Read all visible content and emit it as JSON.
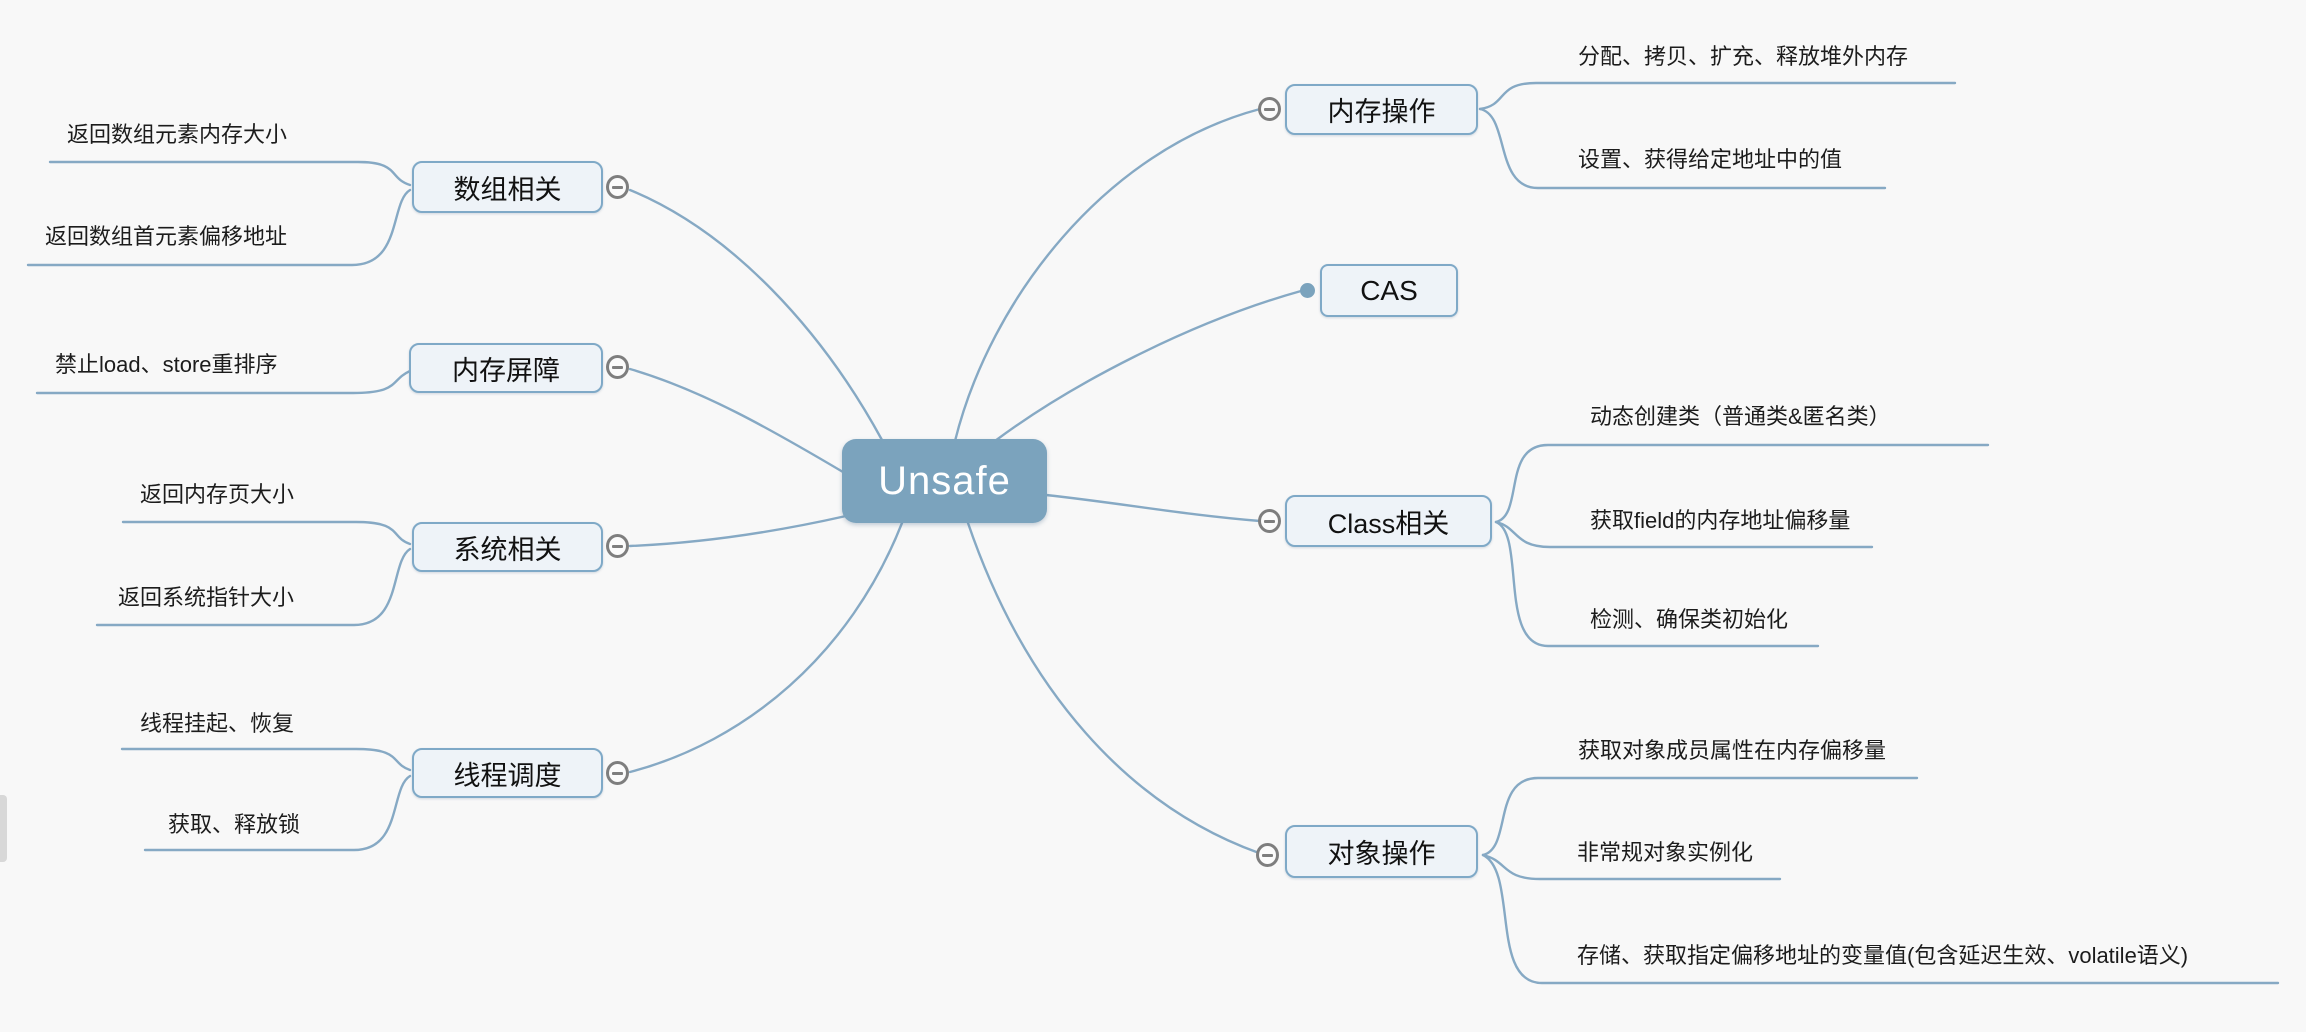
{
  "root": {
    "label": "Unsafe"
  },
  "left_branches": [
    {
      "label": "数组相关",
      "children": [
        "返回数组元素内存大小",
        "返回数组首元素偏移地址"
      ]
    },
    {
      "label": "内存屏障",
      "children": [
        "禁止load、store重排序"
      ]
    },
    {
      "label": "系统相关",
      "children": [
        "返回内存页大小",
        "返回系统指针大小"
      ]
    },
    {
      "label": "线程调度",
      "children": [
        "线程挂起、恢复",
        "获取、释放锁"
      ]
    }
  ],
  "right_branches": [
    {
      "label": "内存操作",
      "children": [
        "分配、拷贝、扩充、释放堆外内存",
        "设置、获得给定地址中的值"
      ]
    },
    {
      "label": "CAS",
      "children": []
    },
    {
      "label": "Class相关",
      "children": [
        "动态创建类（普通类&匿名类）",
        "获取field的内存地址偏移量",
        "检测、确保类初始化"
      ]
    },
    {
      "label": "对象操作",
      "children": [
        "获取对象成员属性在内存偏移量",
        "非常规对象实例化",
        "存储、获取指定偏移地址的变量值(包含延迟生效、volatile语义)"
      ]
    }
  ],
  "icons": {
    "collapse_toggle": "minus-in-circle",
    "leaf_anchor": "filled-dot"
  },
  "colors": {
    "canvas_bg": "#f8f8f8",
    "branch_line": "#86a9c4",
    "node_border": "#7fa9c7",
    "node_fill": "#eef3f8",
    "root_fill": "#7ba3bd",
    "root_text": "#ffffff",
    "topic_text": "#111111",
    "toggle_gray": "#7e7e7e"
  }
}
